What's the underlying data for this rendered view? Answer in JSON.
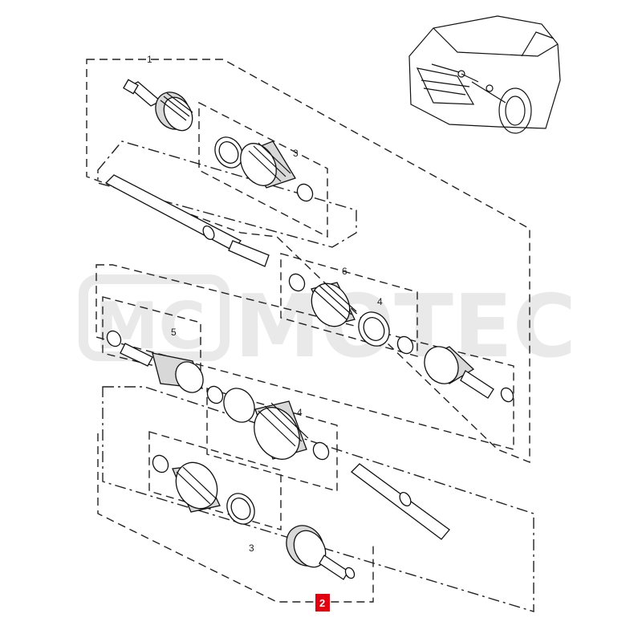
{
  "watermark": {
    "logo_text": "MC",
    "brand_text": "MOTEC"
  },
  "callouts": {
    "assembly_outer": "1",
    "assembly_main": "2",
    "boot_kit_outer_top": "3",
    "boot_kit_outer_bottom": "3",
    "boot_kit_inner_left": "4",
    "boot_kit_inner_right": "4",
    "inner_joint": "5",
    "boot_kit_right": "6"
  },
  "colors": {
    "badge_background": "#e0000f",
    "badge_text": "#ffffff",
    "line": "#111111",
    "watermark": "#e9e9e9"
  },
  "icons": {
    "vehicle": "car-front-view-icon"
  }
}
